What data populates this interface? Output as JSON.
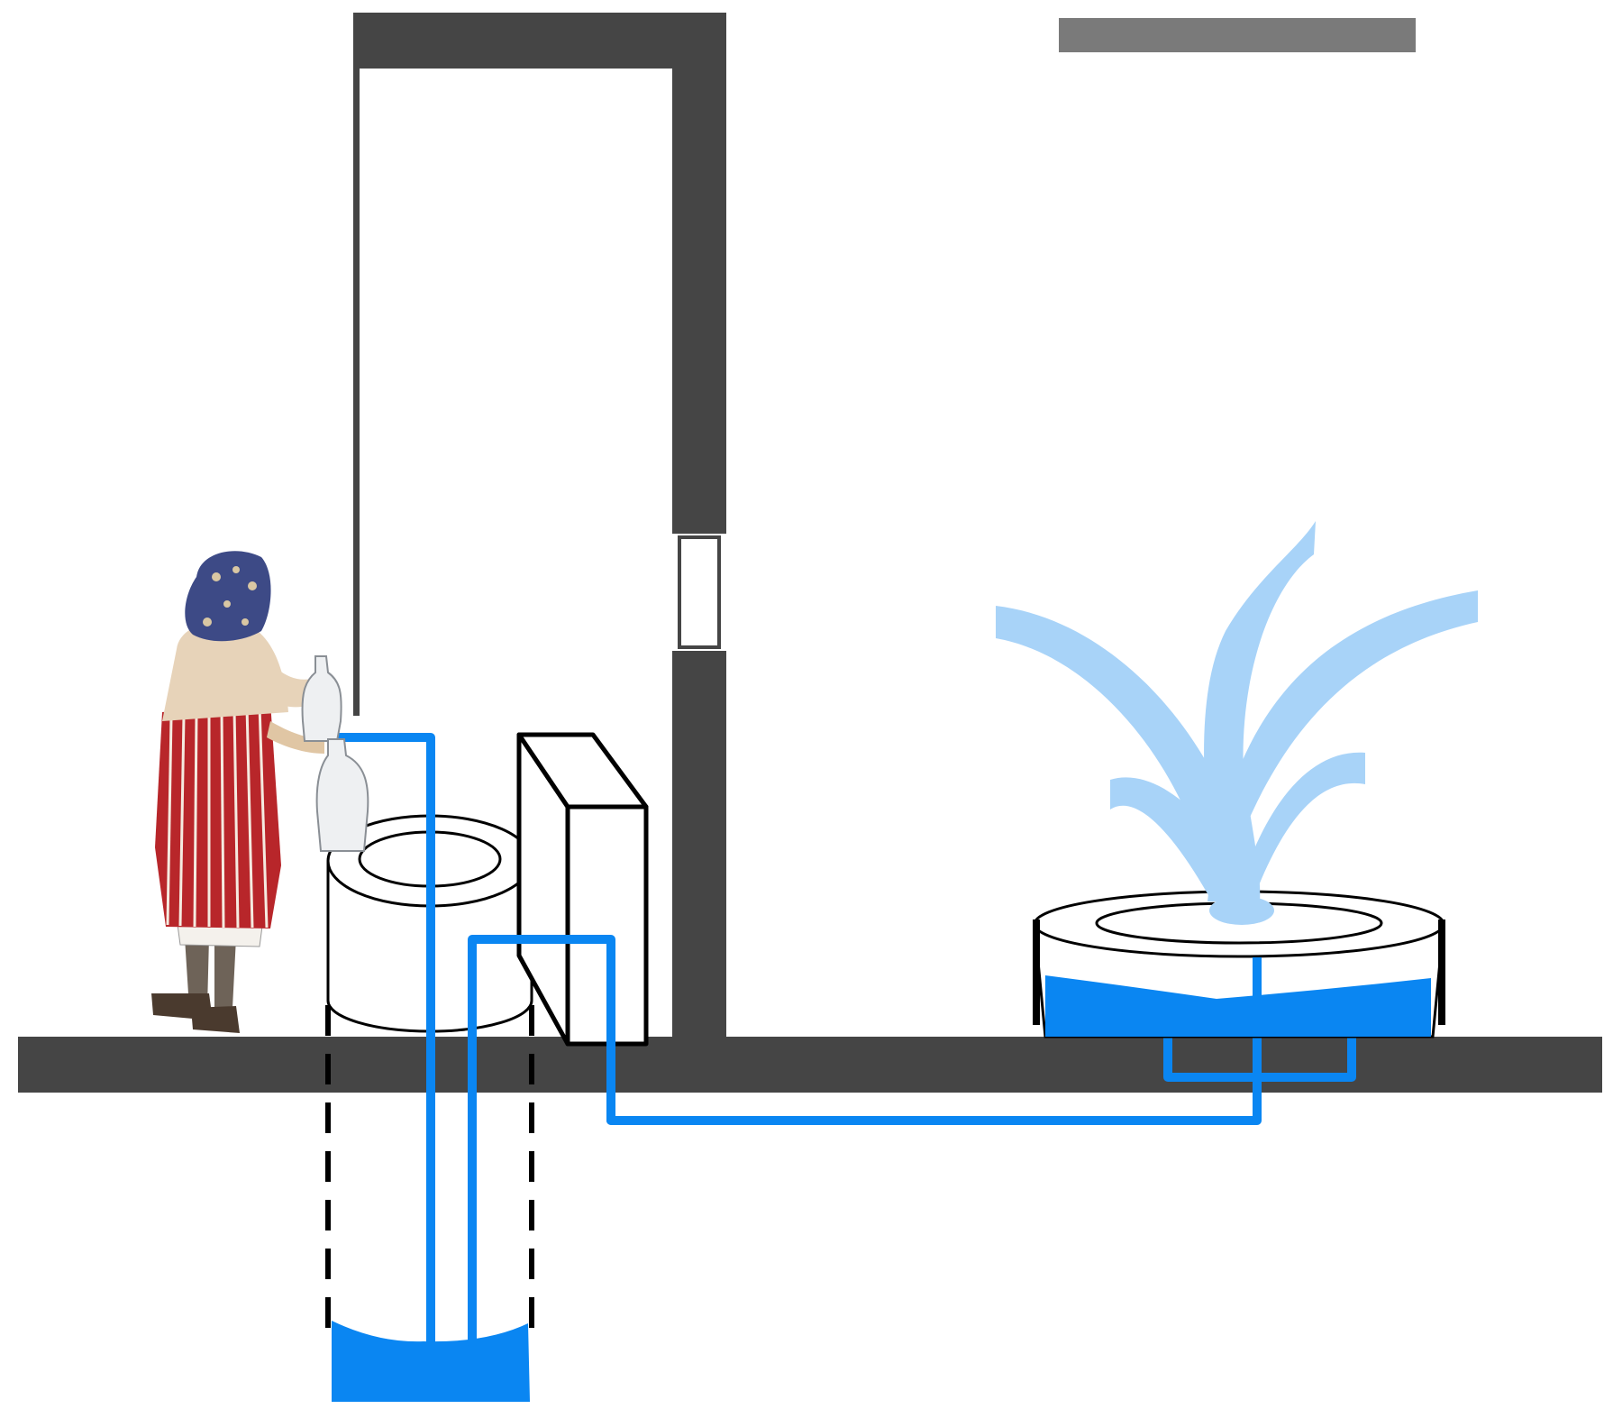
{
  "colors": {
    "structure": "#454545",
    "roof_bar": "#7a7a7a",
    "pipe": "#0a86f2",
    "water": "#0a86f2",
    "fountain_spray": "#a8d3f8",
    "outline": "#000000",
    "background": "#ffffff",
    "apron_red": "#b8262a",
    "sweater": "#e7d3b9",
    "headscarf": "#3d4a86",
    "bottle": "#eef0f2"
  },
  "figures": {
    "person": "woman-filling-water-bottle",
    "well": "underground-cistern",
    "fountain": "courtyard-fountain-basin"
  }
}
